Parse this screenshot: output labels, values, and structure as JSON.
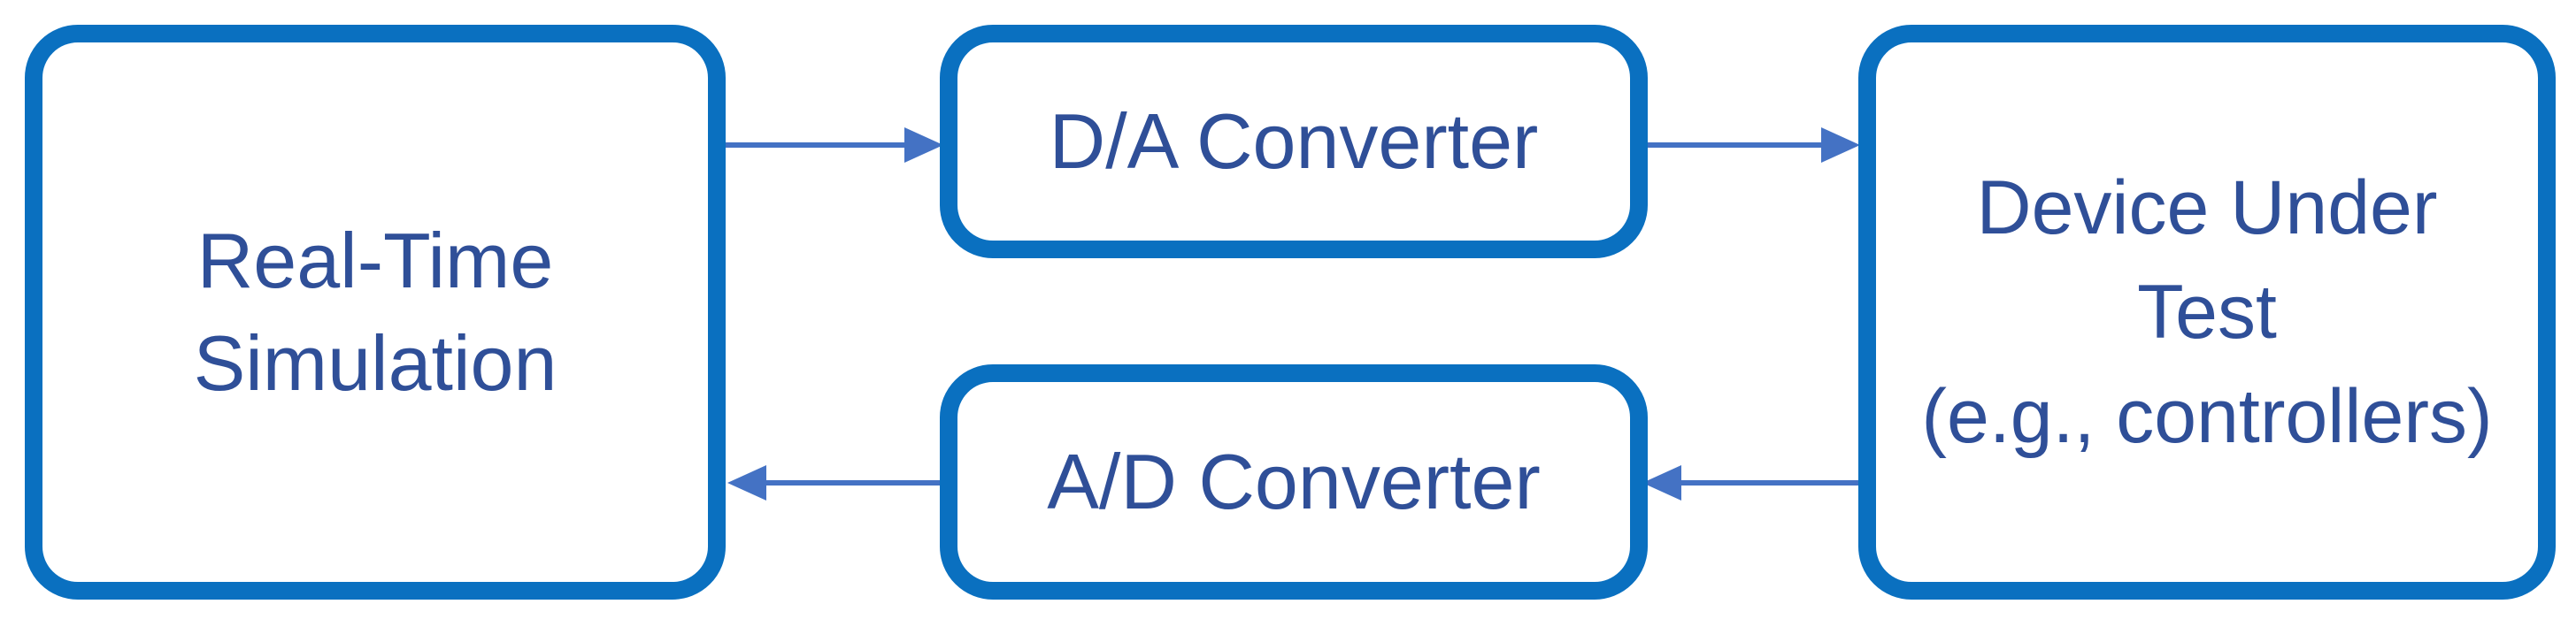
{
  "blocks": {
    "simulation": {
      "lines": [
        "Real-Time",
        "Simulation"
      ]
    },
    "da_converter": {
      "label": "D/A Converter"
    },
    "ad_converter": {
      "label": "A/D Converter"
    },
    "device_under_test": {
      "lines": [
        "Device Under",
        "Test",
        "(e.g., controllers)"
      ]
    }
  },
  "colors": {
    "box_border": "#0a70c0",
    "text": "#2f4f98",
    "arrow": "#4472c4",
    "background": "#ffffff"
  }
}
